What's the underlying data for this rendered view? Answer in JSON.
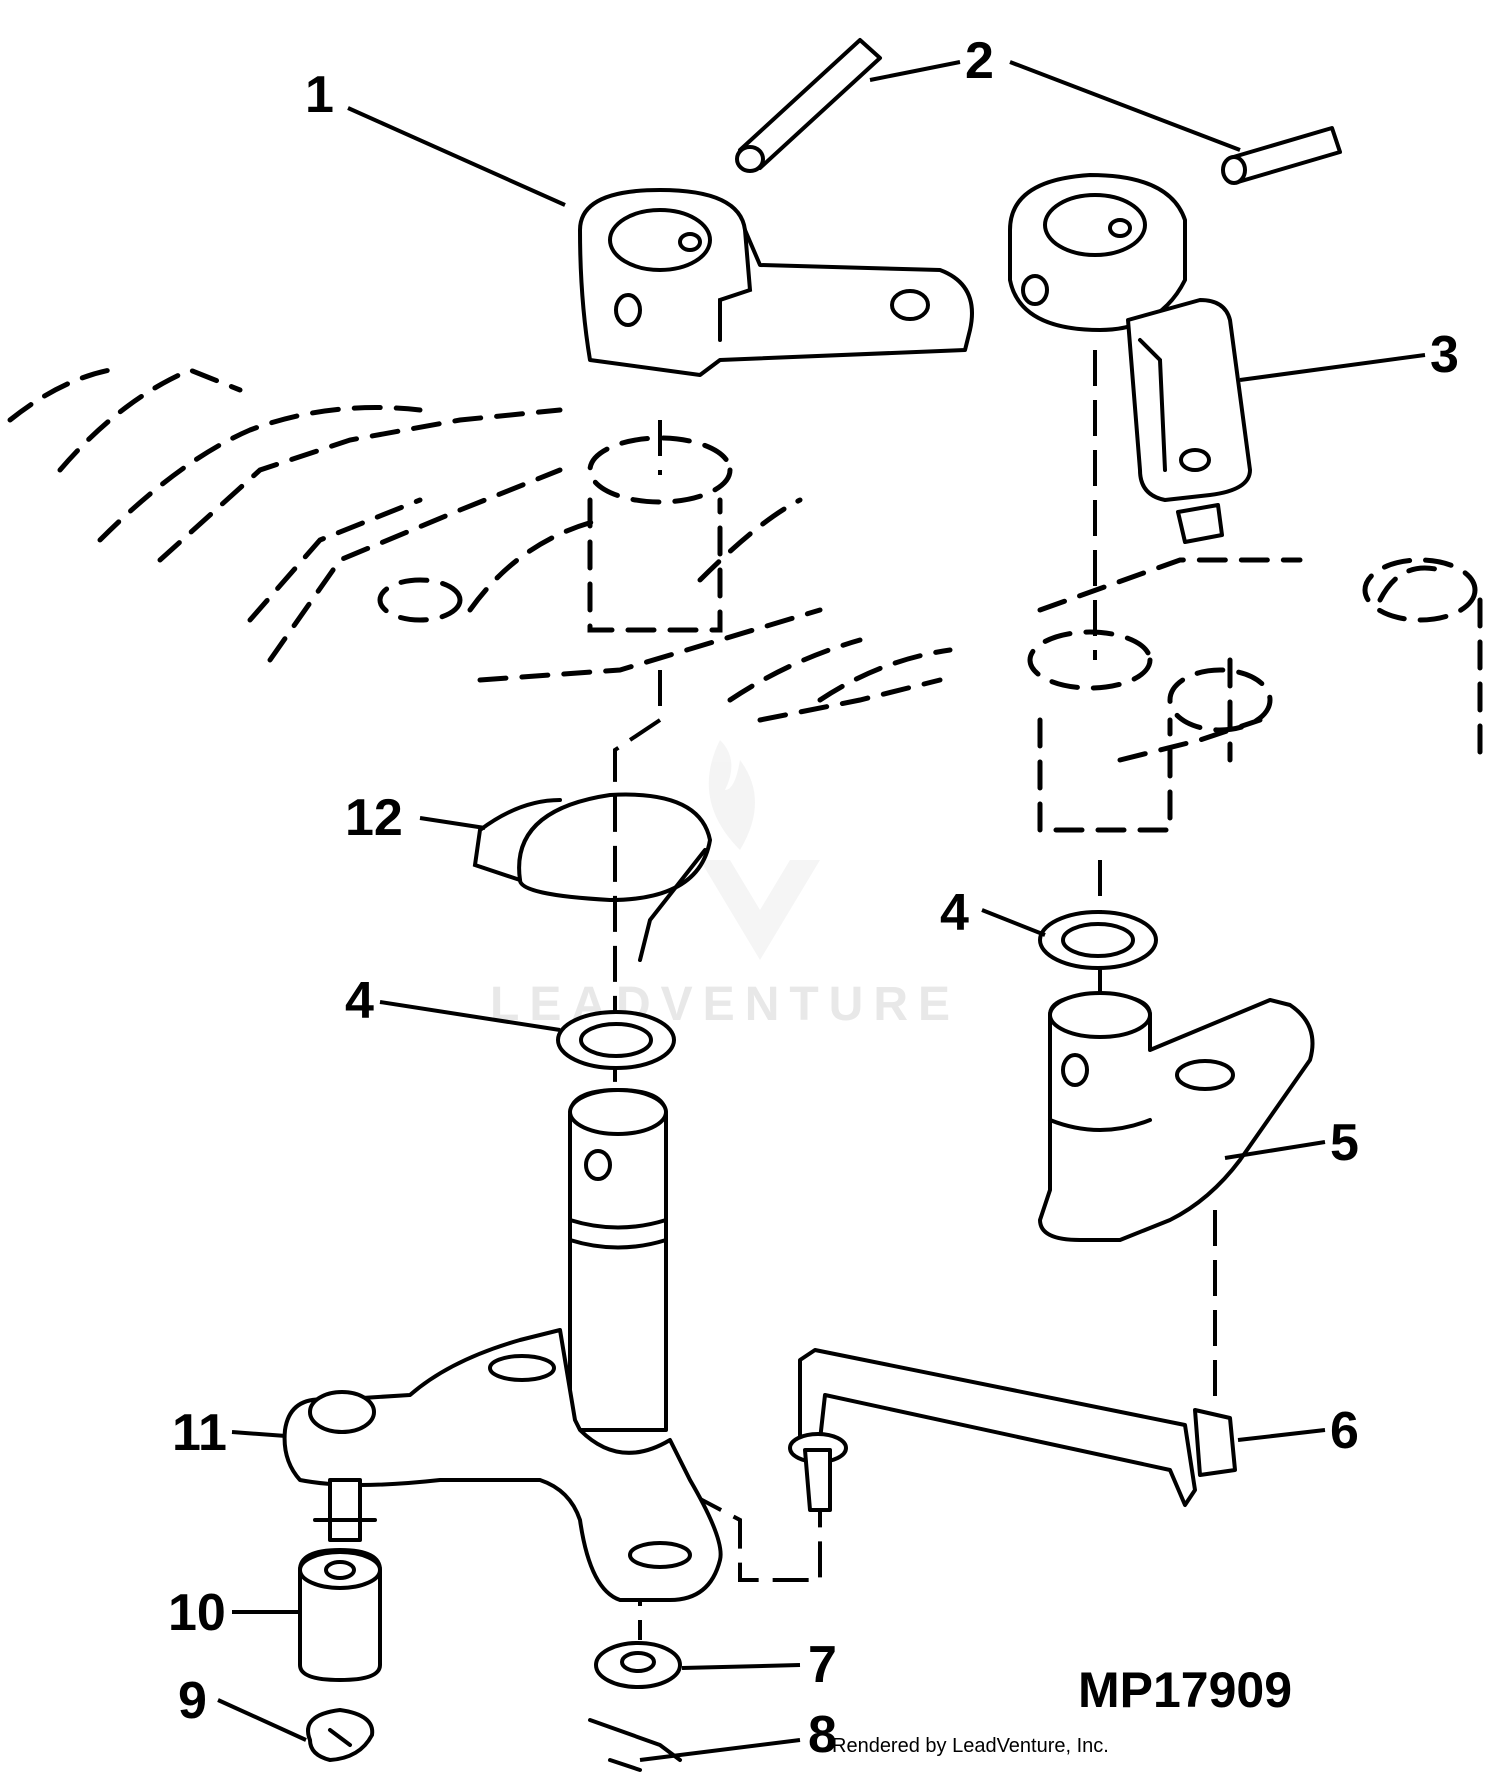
{
  "callouts": [
    "1",
    "2",
    "3",
    "4",
    "4",
    "5",
    "6",
    "7",
    "8",
    "9",
    "10",
    "11",
    "12"
  ],
  "figure_id": "MP17909",
  "credit": "Rendered by LeadVenture, Inc.",
  "watermark": "LEADVENTURE"
}
